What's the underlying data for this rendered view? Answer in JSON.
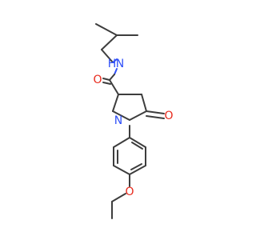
{
  "atoms": {
    "amide_n": {
      "symbol": "N",
      "element": "nitrogen"
    },
    "amide_h": {
      "symbol": "H",
      "element": "hydrogen"
    },
    "carbonyl_o_amide": {
      "symbol": "O",
      "element": "oxygen"
    },
    "ring_n": {
      "symbol": "N",
      "element": "nitrogen"
    },
    "carbonyl_o_lactam": {
      "symbol": "O",
      "element": "oxygen"
    },
    "ether_o": {
      "symbol": "O",
      "element": "oxygen"
    }
  },
  "colors": {
    "carbon_bond": "#3d3d3d",
    "nitrogen": "#3050f8",
    "oxygen": "#e8291c",
    "background": "#ffffff"
  }
}
